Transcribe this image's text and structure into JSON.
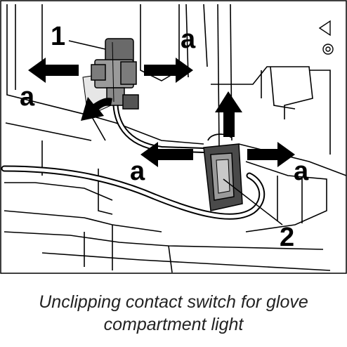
{
  "figure": {
    "callouts": {
      "label_1": "1",
      "label_2": "2",
      "arrow_a_top_right": "a",
      "arrow_a_left": "a",
      "arrow_a_mid_left": "a",
      "arrow_a_mid_right": "a"
    }
  },
  "caption": {
    "line1": "Unclipping contact switch for glove",
    "line2": "compartment light"
  }
}
